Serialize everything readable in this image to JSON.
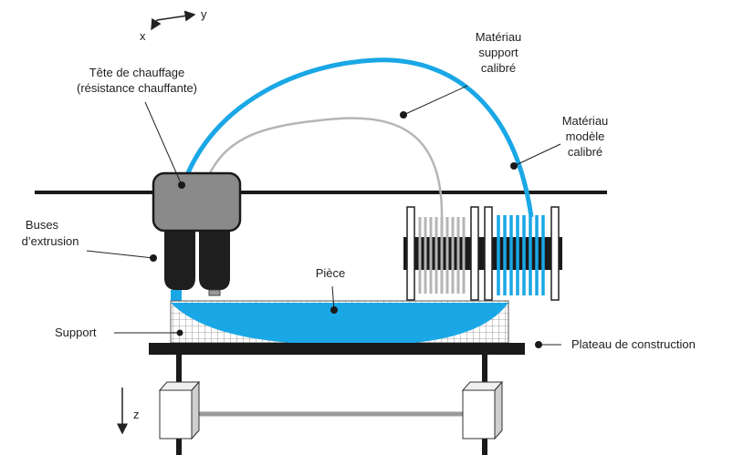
{
  "axes": {
    "x": "x",
    "y": "y",
    "z": "z"
  },
  "labels": {
    "tete_line1": "Tête de chauffage",
    "tete_line2": "(résistance chauffante)",
    "buses_line1": "Buses",
    "buses_line2": "d’extrusion",
    "support": "Support",
    "piece": "Pièce",
    "plateau": "Plateau de construction",
    "mat_support_line1": "Matériau",
    "mat_support_line2": "support",
    "mat_support_line3": "calibré",
    "mat_modele_line1": "Matériau",
    "mat_modele_line2": "modèle",
    "mat_modele_line3": "calibré"
  },
  "colors": {
    "model_material": "#1aa7e6",
    "support_material": "#b5b5b5",
    "head": "#8a8a8a",
    "nozzle": "#1e1e1e",
    "structure": "#1a1a1a"
  }
}
